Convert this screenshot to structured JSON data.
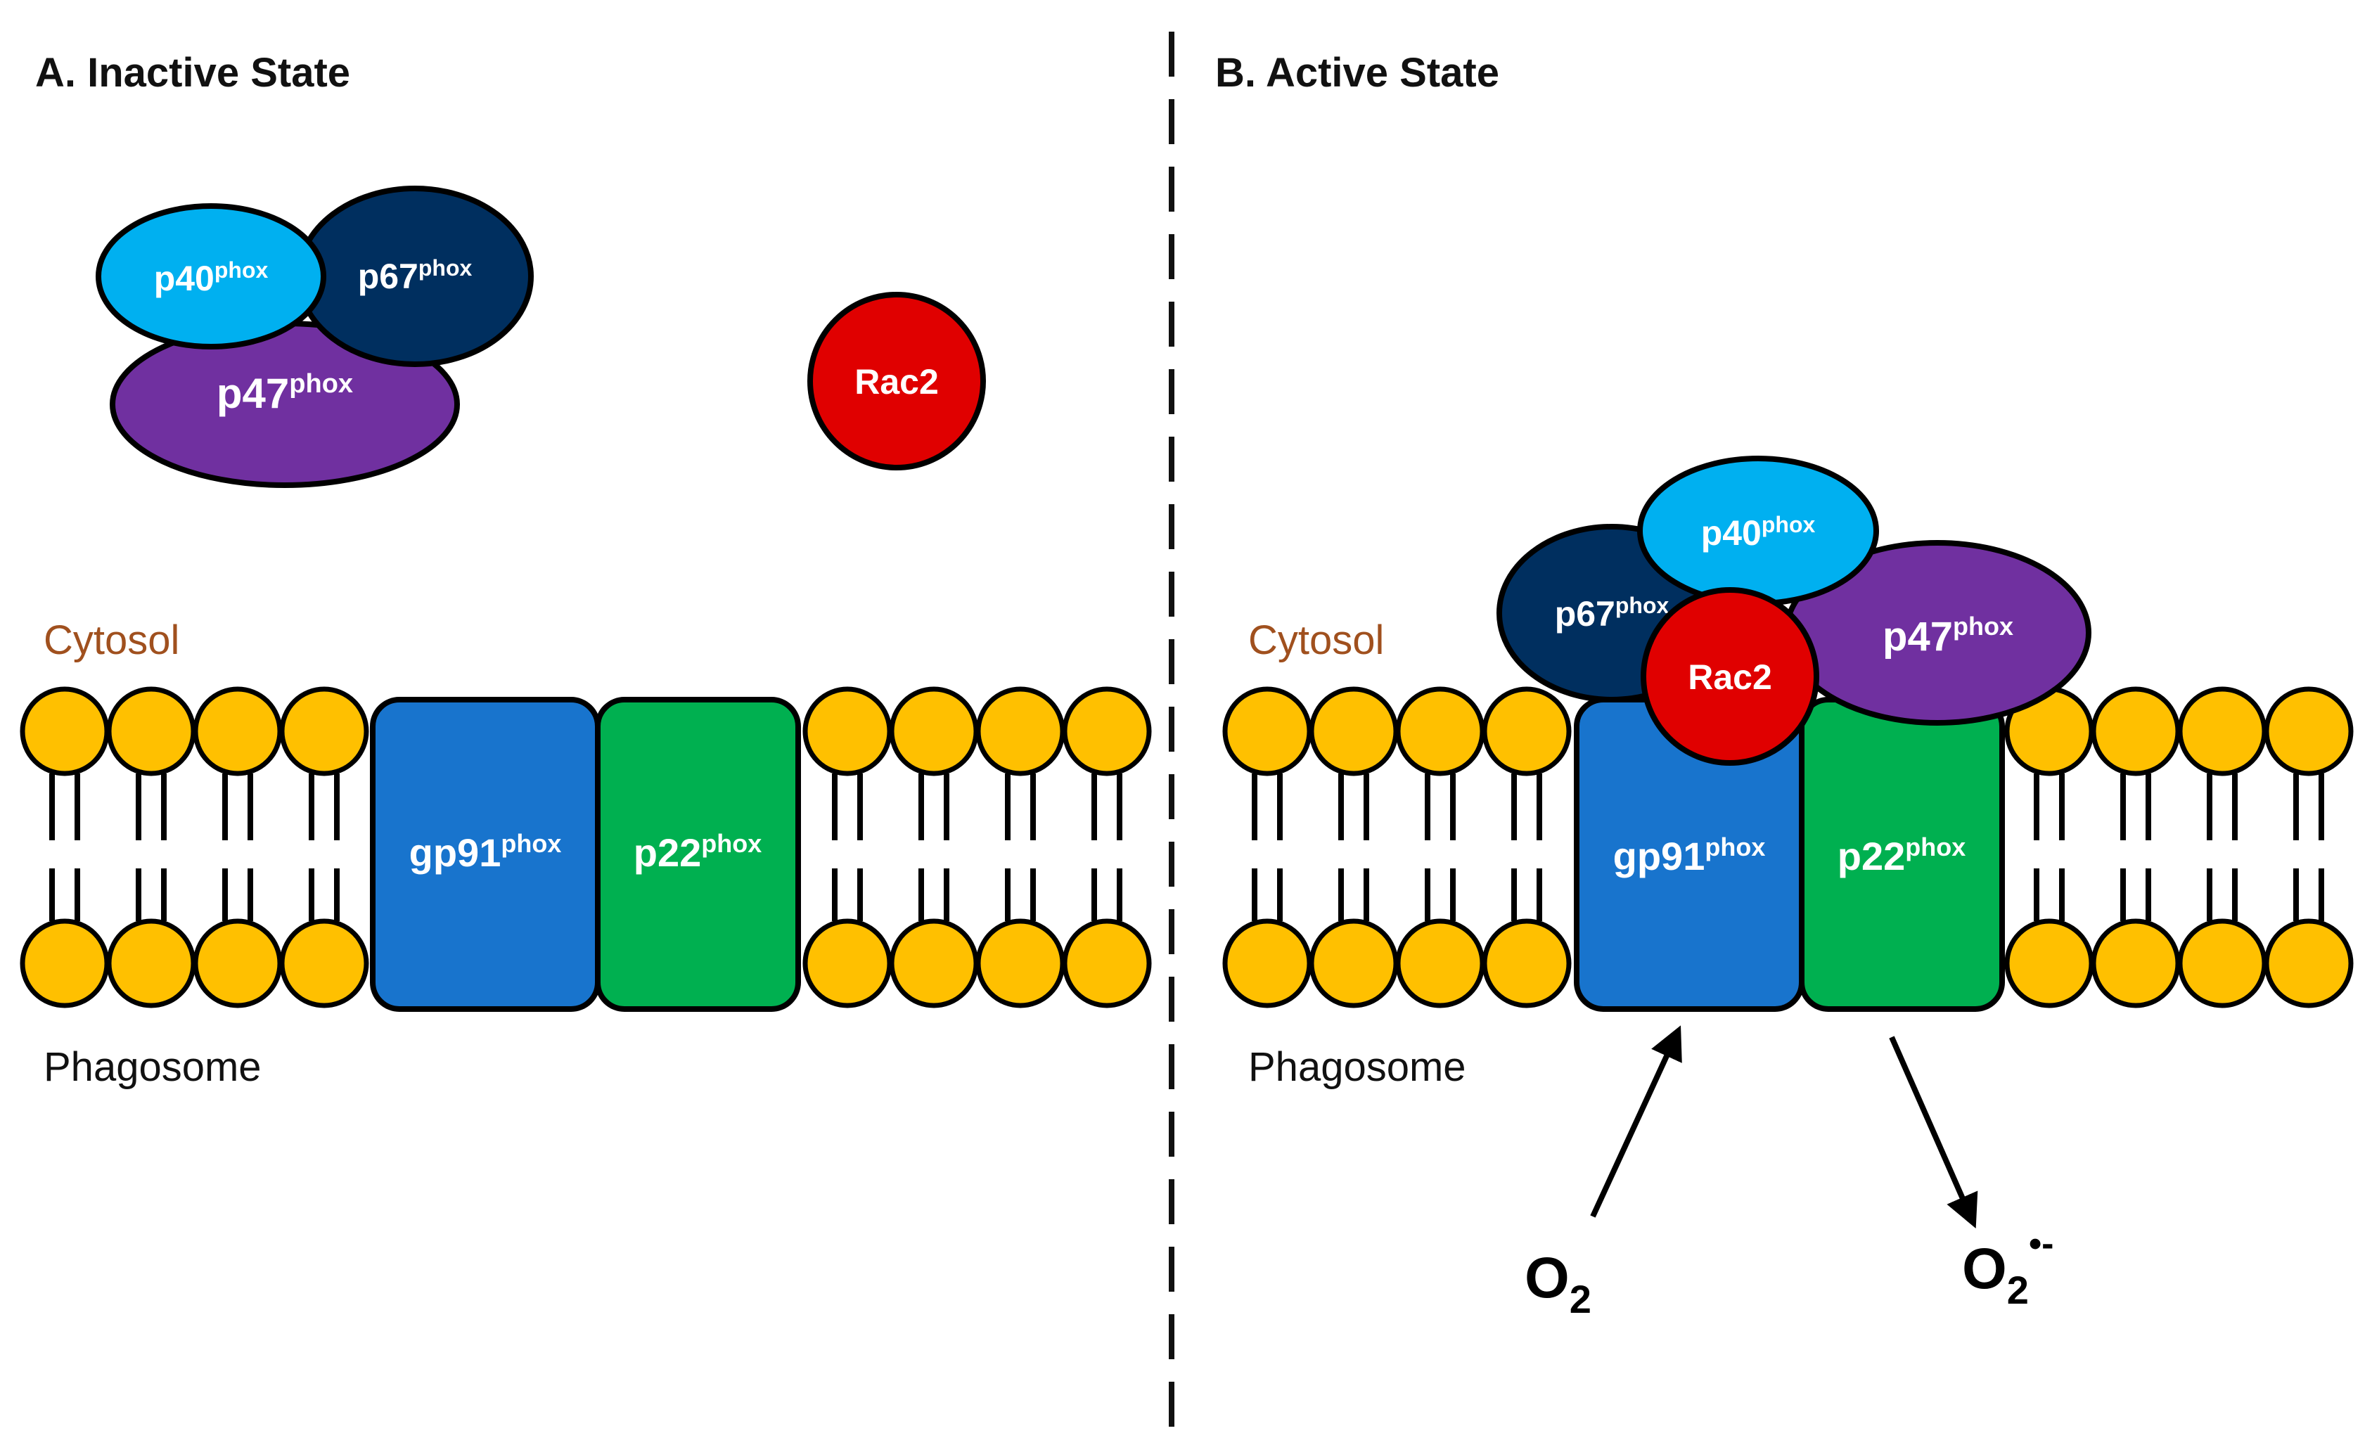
{
  "panels": {
    "inactive": {
      "title": "A. Inactive State",
      "cytosol": "Cytosol",
      "phagosome": "Phagosome",
      "p40": "p40",
      "p67": "p67",
      "p47": "p47",
      "rac2": "Rac2",
      "gp91": "gp91",
      "p22": "p22",
      "sup": "phox"
    },
    "active": {
      "title": "B. Active State",
      "cytosol": "Cytosol",
      "phagosome": "Phagosome",
      "p40": "p40",
      "p67": "p67",
      "p47": "p47",
      "rac2": "Rac2",
      "gp91": "gp91",
      "p22": "p22",
      "sup": "phox",
      "o2_in": "O",
      "o2_in_sub": "2",
      "o2_out": "O",
      "o2_out_sub": "2",
      "o2_out_sup": "•-"
    }
  },
  "colors": {
    "lipid_head": "#FFC000",
    "gp91": "#1874CD",
    "p22": "#00B050",
    "p40": "#00B0F0",
    "p67": "#002F5F",
    "p47": "#7030A0",
    "rac2": "#E00000",
    "cytosol_text": "#A0501E",
    "outline": "#000000"
  }
}
